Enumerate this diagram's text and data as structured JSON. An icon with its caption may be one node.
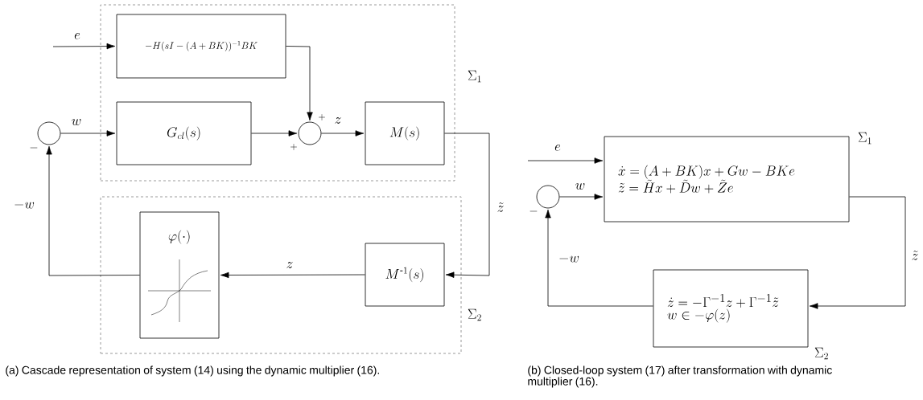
{
  "diagram": {
    "nodes": [
      {
        "text": [
          "\\Sigma_1"
        ]
      },
      {
        "text": [
          "-H(sI-(A+BK))^{-1}BK"
        ],
        "in": 0
      },
      {
        "text": [],
        "shape": "circle"
      },
      {
        "text": [
          "G_{cl}(s)"
        ],
        "in": 0
      },
      {
        "text": [],
        "shape": "circle",
        "in": 0
      },
      {
        "text": [
          "M(s)"
        ],
        "in": 0
      },
      {
        "text": [
          "\\Sigma_2"
        ]
      },
      {
        "text": [
          "\\varphi(\\cdot)"
        ],
        "in": 6
      },
      {
        "text": [
          "M^{\\text{-}1}(s)"
        ],
        "in": 6
      },
      {
        "text": [
          "\\Sigma_1",
          "\\dot{x}=(A+BK)x+Gw-BKe",
          "\\tilde{z}=\\tilde{H}x+\\tilde{D}w+\\tilde{Z}e"
        ]
      },
      {
        "text": [],
        "shape": "circle"
      },
      {
        "text": [
          "\\Sigma_2",
          "\\dot{z}=-\\Gamma^{-1}z+\\Gamma^{-1}\\tilde{z}",
          "w\\in-\\varphi(z)"
        ]
      }
    ],
    "edges": [
      {
        "from": null,
        "to": 1,
        "arrow": "to",
        "label": "e"
      },
      {
        "from": 1,
        "to": 4,
        "arrow": "to"
      },
      {
        "from": 2,
        "to": 3,
        "arrow": "to",
        "label": "w"
      },
      {
        "from": 3,
        "to": 4,
        "arrow": "to"
      },
      {
        "from": 4,
        "to": 5,
        "arrow": "to",
        "label": "z"
      },
      {
        "from": 5,
        "to": 8,
        "arrow": "to",
        "label": "\\tilde{z}"
      },
      {
        "from": 8,
        "to": 7,
        "arrow": "to",
        "label": "z"
      },
      {
        "from": 7,
        "to": 2,
        "arrow": "to",
        "label": "-w"
      },
      {
        "from": null,
        "to": 9,
        "arrow": "to",
        "label": "e"
      },
      {
        "from": 10,
        "to": 9,
        "arrow": "to",
        "label": "w"
      },
      {
        "from": 9,
        "to": 11,
        "arrow": "to",
        "label": "\\tilde{z}"
      },
      {
        "from": 11,
        "to": 10,
        "arrow": "to",
        "label": "-w"
      }
    ],
    "labels": [
      "+",
      "+",
      "-",
      "-",
      "(a) Cascade representation of system (14) using the dynamic multiplier (16).",
      "(b) Closed-loop system (17) after transformation with dynamic multiplier (16)."
    ]
  }
}
